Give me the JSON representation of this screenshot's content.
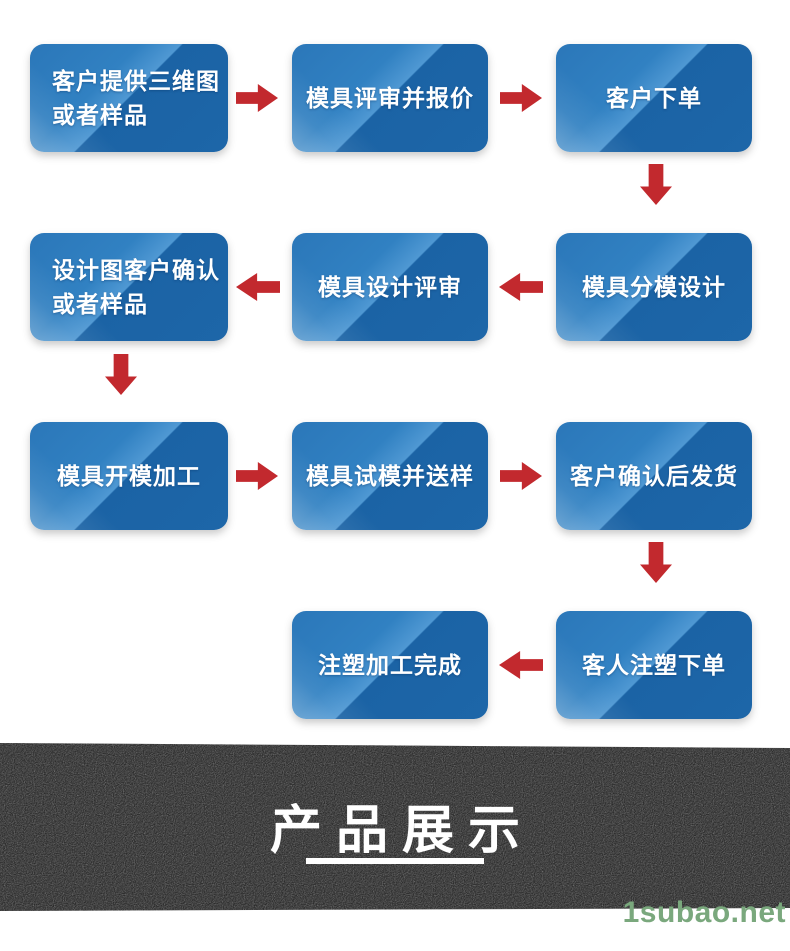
{
  "theme": {
    "box-main": "#2B77B9",
    "box-mid": "#3181C2",
    "box-light": "#4F98D3",
    "box-dark": "#1B63A5",
    "box-dark2": "#1D66A8",
    "arrow": "#C2292E",
    "banner-bg": "#2C2C2C",
    "watermark": "#7AA87D"
  },
  "flow": {
    "nodes": [
      {
        "label": "客户提供三维图\n或者样品"
      },
      {
        "label": "模具评审并报价"
      },
      {
        "label": "客户下单"
      },
      {
        "label": "设计图客户确认\n或者样品"
      },
      {
        "label": "模具设计评审"
      },
      {
        "label": "模具分模设计"
      },
      {
        "label": "模具开模加工"
      },
      {
        "label": "模具试模并送样"
      },
      {
        "label": "客户确认后发货"
      },
      {
        "label": "注塑加工完成"
      },
      {
        "label": "客人注塑下单"
      }
    ]
  },
  "banner": {
    "title": "产品展示"
  },
  "watermark": {
    "text": "1subao.net"
  }
}
